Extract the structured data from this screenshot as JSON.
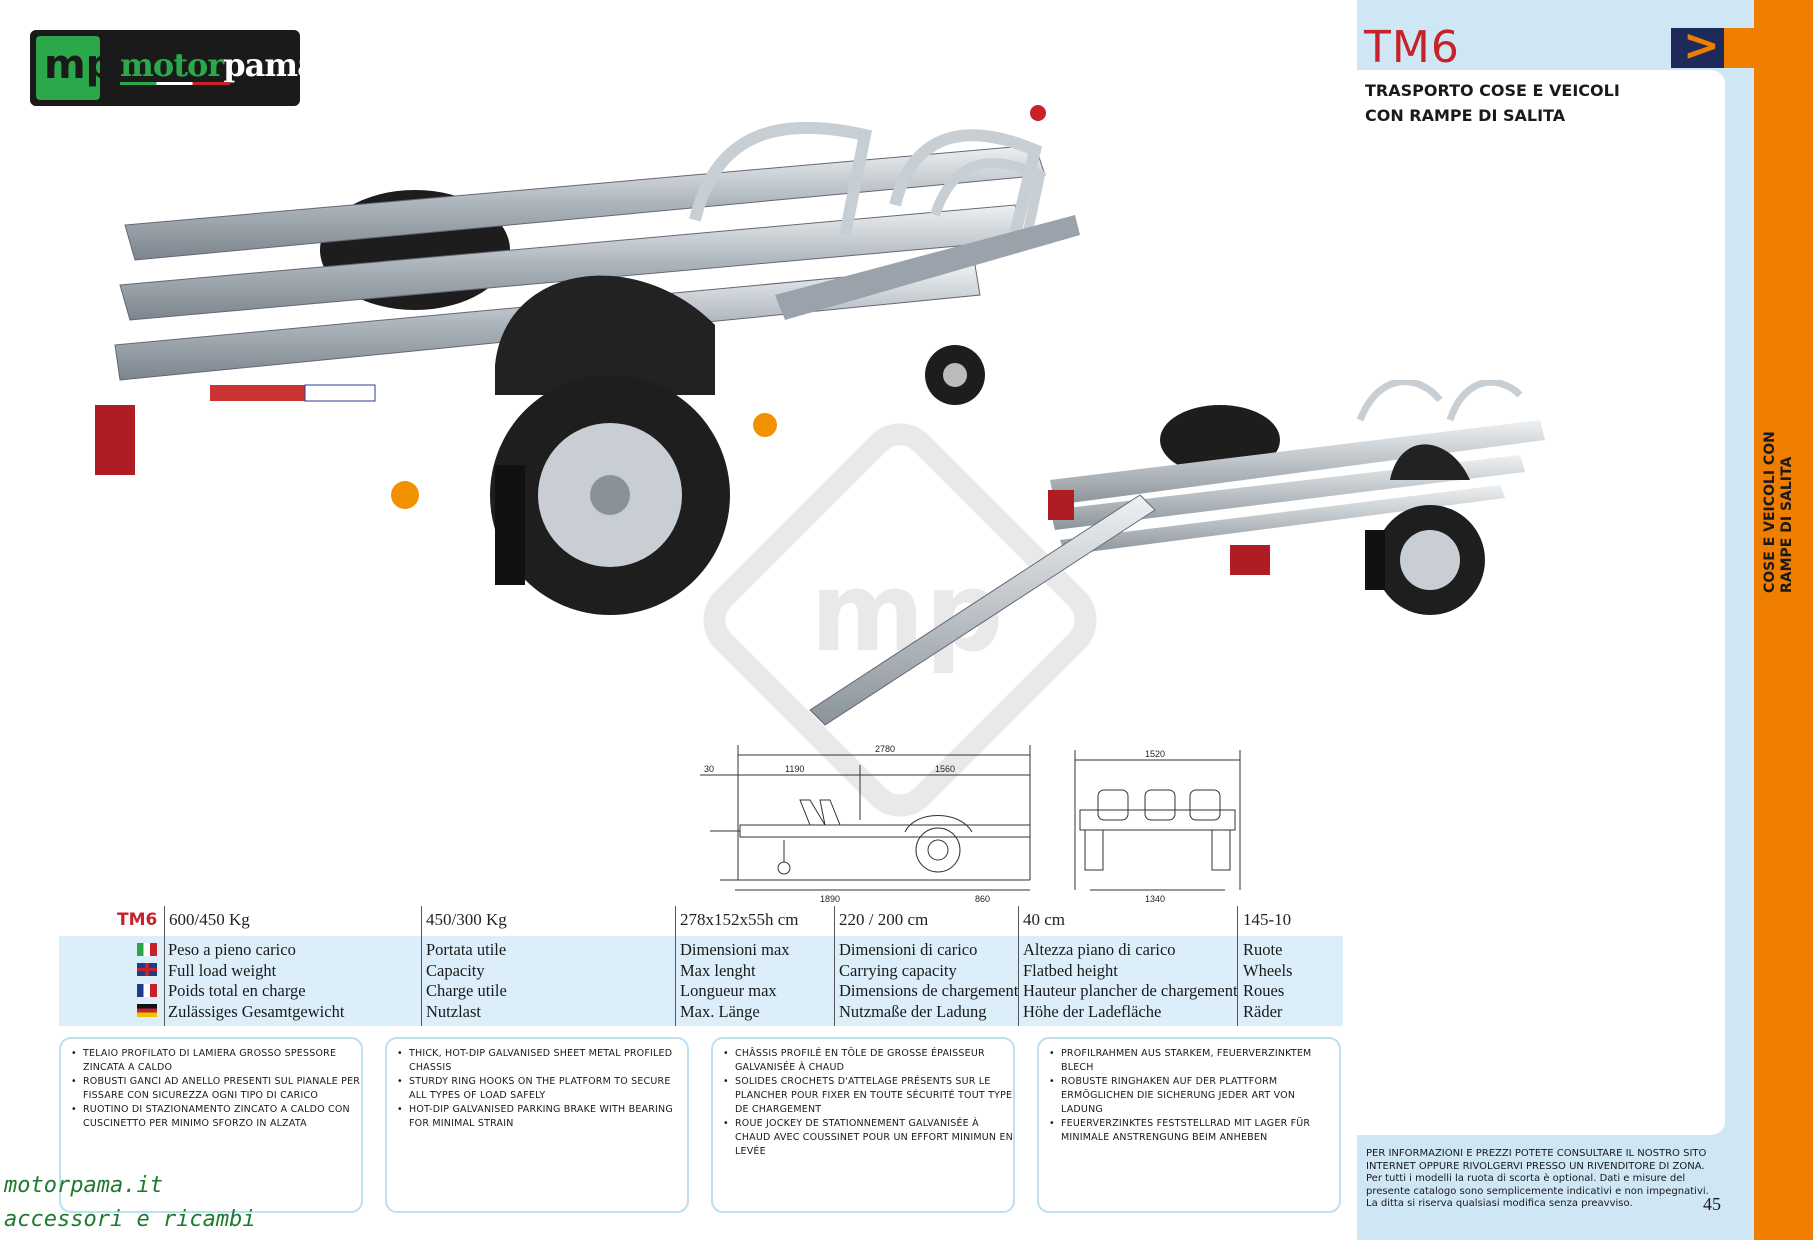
{
  "brand": {
    "logo_text_prefix": "motor",
    "logo_text_suffix": "pama"
  },
  "header": {
    "model": "TM6",
    "subtitle_line1": "TRASPORTO COSE E VEICOLI",
    "subtitle_line2": "CON RAMPE DI SALITA",
    "side_line1": "COSE E VEICOLI CON",
    "side_line2": "RAMPE DI SALITA"
  },
  "drawing": {
    "dims": [
      "2780",
      "30",
      "1190",
      "1560",
      "1890",
      "860",
      "1520",
      "1340"
    ]
  },
  "spec": {
    "model": "TM6",
    "values": [
      "600/450 Kg",
      "450/300 Kg",
      "278x152x55h cm",
      "220 / 200 cm",
      "40 cm",
      "145-10"
    ],
    "columns": [
      [
        "Peso a pieno carico",
        "Full load weight",
        "Poids total en charge",
        "Zulässiges Gesamtgewicht"
      ],
      [
        "Portata utile",
        "Capacity",
        "Charge utile",
        "Nutzlast"
      ],
      [
        "Dimensioni max",
        "Max lenght",
        "Longueur max",
        "Max. Länge"
      ],
      [
        "Dimensioni di carico",
        "Carrying capacity",
        "Dimensions de chargement",
        "Nutzmaße der Ladung"
      ],
      [
        "Altezza piano di carico",
        "Flatbed height",
        "Hauteur plancher de chargement",
        "Höhe der Ladefläche"
      ],
      [
        "Ruote",
        "Wheels",
        "Roues",
        "Räder"
      ]
    ]
  },
  "features": {
    "it": [
      "TELAIO PROFILATO DI LAMIERA GROSSO SPESSORE ZINCATA A CALDO",
      "ROBUSTI GANCI AD ANELLO PRESENTI SUL PIANALE PER FISSARE CON SICUREZZA OGNI TIPO DI CARICO",
      "RUOTINO DI STAZIONAMENTO ZINCATO A CALDO CON CUSCINETTO PER MINIMO SFORZO IN ALZATA"
    ],
    "en": [
      "THICK, HOT-DIP GALVANISED SHEET METAL PROFILED CHASSIS",
      "STURDY RING HOOKS ON THE PLATFORM TO SECURE ALL TYPES OF LOAD SAFELY",
      "HOT-DIP GALVANISED PARKING BRAKE WITH BEARING FOR MINIMAL STRAIN"
    ],
    "fr": [
      "CHÂSSIS PROFILÉ EN TÔLE DE GROSSE ÉPAISSEUR GALVANISÉE À CHAUD",
      "SOLIDES CROCHETS D'ATTELAGE PRÉSENTS SUR LE PLANCHER POUR FIXER EN TOUTE SÉCURITÉ TOUT TYPE DE CHARGEMENT",
      "ROUE JOCKEY DE STATIONNEMENT GALVANISÉE À CHAUD AVEC COUSSINET POUR UN EFFORT MINIMUN EN LEVÉE"
    ],
    "de": [
      "PROFILRAHMEN AUS STARKEM, FEUERVERZINKTEM BLECH",
      "ROBUSTE RINGHAKEN AUF DER PLATTFORM ERMÖGLICHEN DIE SICHERUNG JEDER ART VON LADUNG",
      "FEUERVERZINKTES FESTSTELLRAD MIT LAGER FÜR MINIMALE ANSTRENGUNG BEIM ANHEBEN"
    ]
  },
  "footer": {
    "info_line1": "PER INFORMAZIONI E PREZZI POTETE CONSULTARE IL NOSTRO SITO INTERNET OPPURE RIVOLGERVI PRESSO UN RIVENDITORE DI ZONA.",
    "info_line2": "Per tutti i modelli la ruota di scorta è optional. Dati e misure del presente catalogo sono semplicemente indicativi e non impegnativi.",
    "info_line3": "La ditta si riserva qualsiasi modifica senza preavviso.",
    "page_number": "45",
    "site_line1": "motorpama.it",
    "site_line2": "accessori e ricambi"
  },
  "colors": {
    "accent_red": "#c6222a",
    "orange": "#ef7d00",
    "light_blue": "#cfe6f5",
    "navy": "#1e2a5a"
  }
}
